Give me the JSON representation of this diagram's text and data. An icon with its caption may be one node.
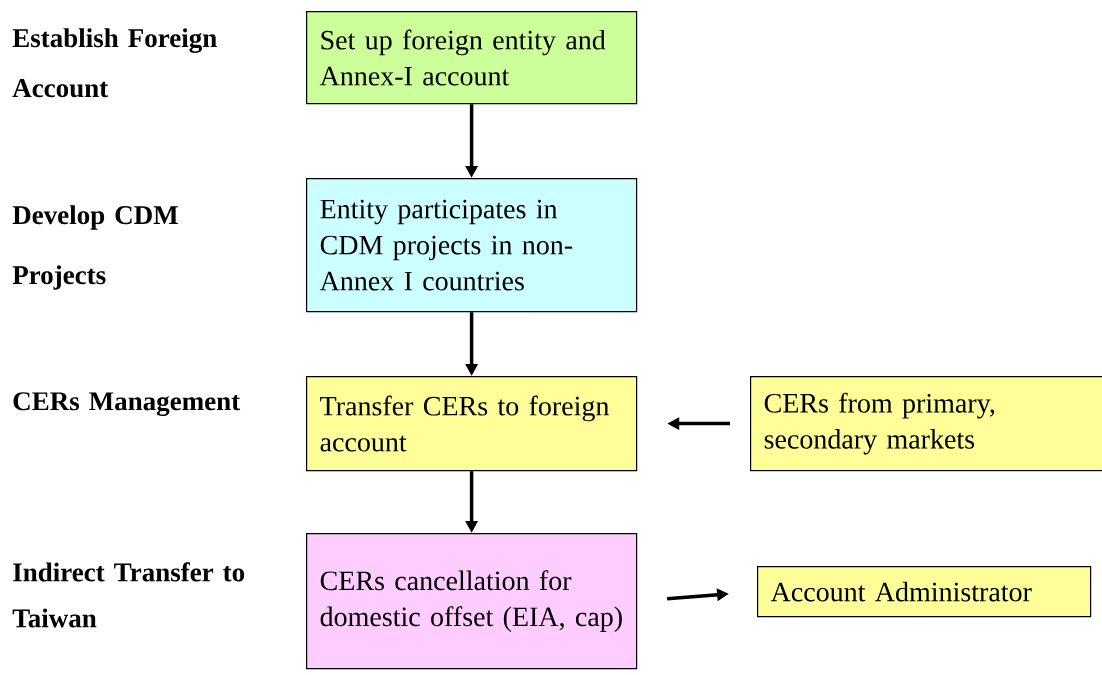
{
  "diagram": {
    "nodes": [
      {
        "text": [
          "Set up foreign entity and Annex-I account"
        ]
      },
      {
        "text": [
          "Entity participates in CDM projects in non-Annex I countries"
        ]
      },
      {
        "text": [
          "Transfer CERs to foreign account"
        ]
      },
      {
        "text": [
          "CERs from primary, secondary markets"
        ]
      },
      {
        "text": [
          "CERs cancellation for domestic offset (EIA, cap)"
        ]
      },
      {
        "text": [
          "Account Administrator"
        ]
      }
    ],
    "edges": [
      {
        "from": 0,
        "to": 1,
        "arrow": "to"
      },
      {
        "from": 1,
        "to": 2,
        "arrow": "to"
      },
      {
        "from": 3,
        "to": 2,
        "arrow": "to"
      },
      {
        "from": 2,
        "to": 4,
        "arrow": "to"
      },
      {
        "from": 4,
        "to": 5,
        "arrow": "to"
      }
    ],
    "labels": [
      "Establish Foreign Account",
      "Develop CDM Projects",
      "CERs Management",
      "Indirect Transfer to Taiwan"
    ]
  }
}
